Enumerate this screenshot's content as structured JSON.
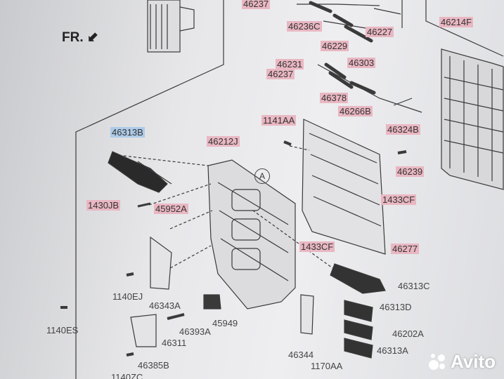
{
  "direction": "FR.",
  "callout": "A",
  "watermark": "Avito",
  "labels": {
    "l46237a": "46237",
    "l46236c": "46236C",
    "l46227": "46227",
    "l46214f": "46214F",
    "l46229": "46229",
    "l46303": "46303",
    "l46231": "46231",
    "l46237b": "46237",
    "l46378": "46378",
    "l46266b": "46266B",
    "l1141aa": "1141AA",
    "l46324b": "46324B",
    "l46313b": "46313B",
    "l46212j": "46212J",
    "l46239": "46239",
    "l1433cf_r": "1433CF",
    "l1430jb": "1430JB",
    "l45952a": "45952A",
    "l1433cf_c": "1433CF",
    "l46277": "46277",
    "l46313c": "46313C",
    "l1140ej": "1140EJ",
    "l46343a": "46343A",
    "l46313d": "46313D",
    "l45949": "45949",
    "l46393a": "46393A",
    "l46202a": "46202A",
    "l1140es": "1140ES",
    "l46311": "46311",
    "l46344": "46344",
    "l46313a": "46313A",
    "l46385b": "46385B",
    "l1170aa": "1170AA",
    "l1140zc": "1140ZC"
  },
  "colors": {
    "part_label_bg": "#e9b7c2",
    "highlight_label_bg": "#aecbe8",
    "line": "#3a3a3a"
  }
}
